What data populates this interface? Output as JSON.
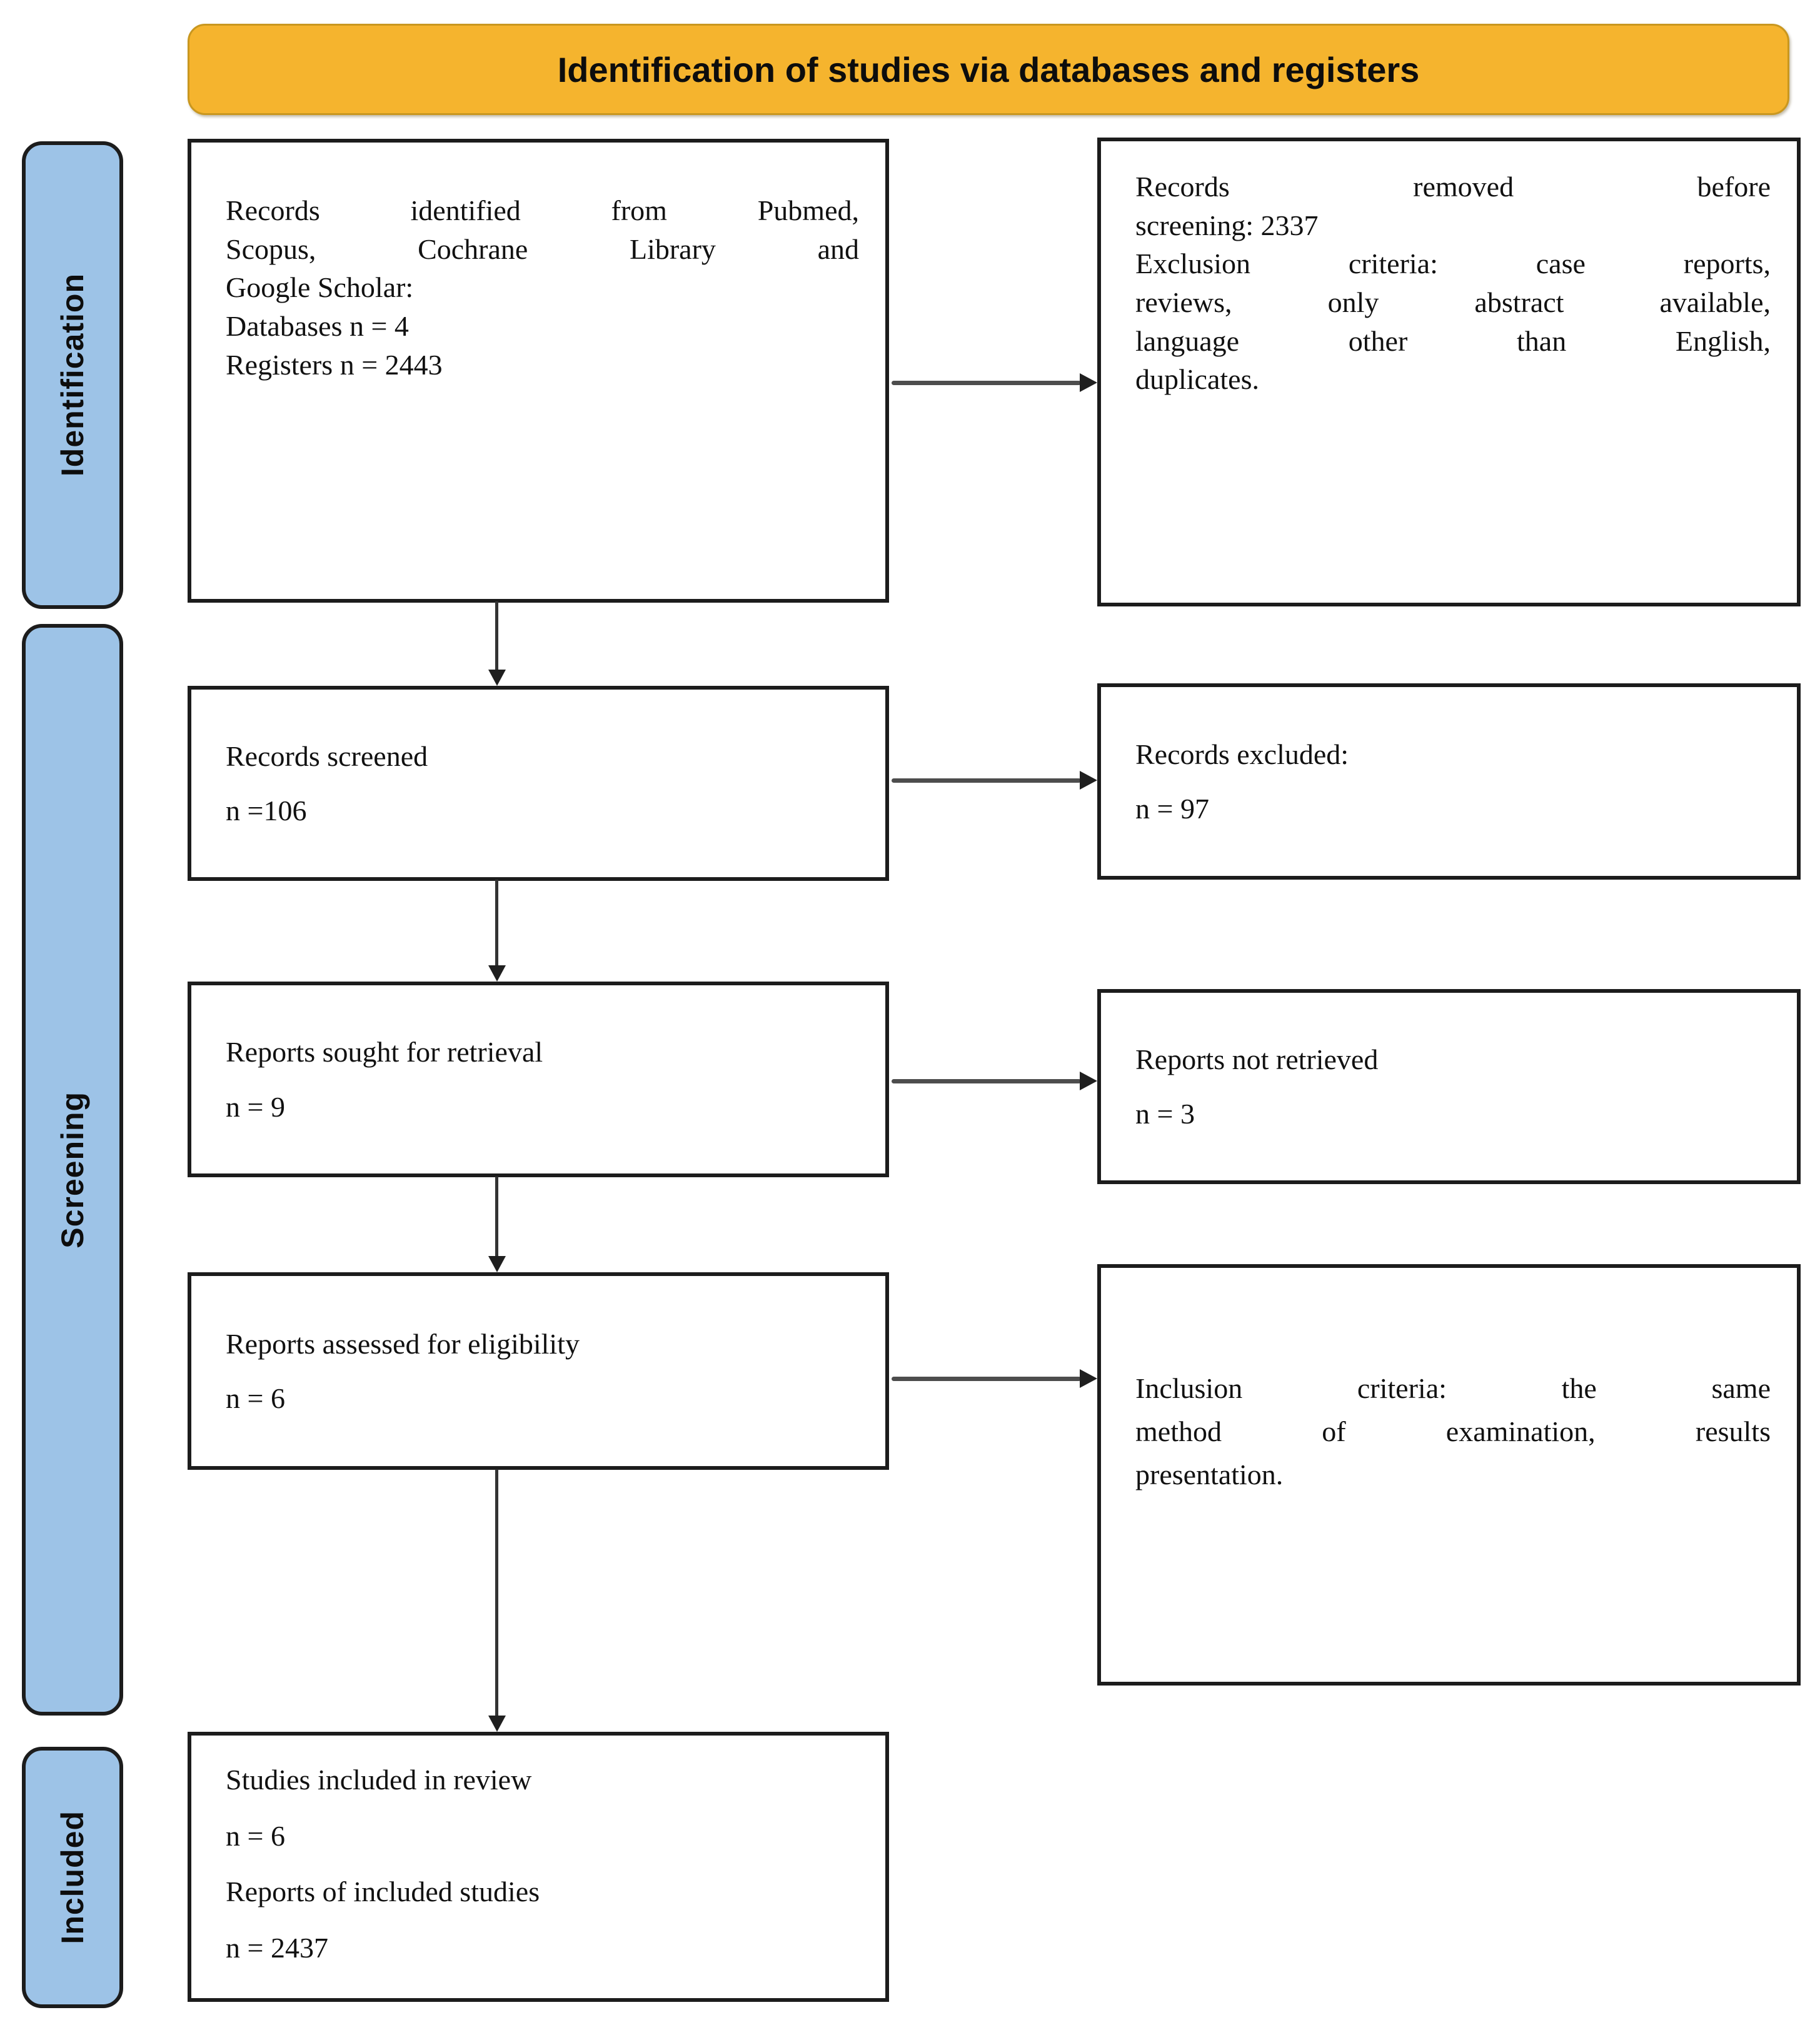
{
  "banner": {
    "title": "Identification of studies via databases and registers"
  },
  "stage_labels": {
    "identification": "Identification",
    "screening": "Screening",
    "included": "Included"
  },
  "flow_boxes": [
    {
      "id": "records_identified",
      "lines": [
        {
          "text": "Records identified from Pubmed,",
          "stretch": true
        },
        {
          "text": "Scopus, Cochrane Library and",
          "stretch": true
        },
        {
          "text": "Google Scholar:",
          "stretch": false
        },
        {
          "text": "Databases n = 4",
          "stretch": false
        },
        {
          "text": "Registers n = 2443",
          "stretch": false
        }
      ]
    },
    {
      "id": "records_removed",
      "lines": [
        {
          "text": "Records removed before",
          "stretch": true
        },
        {
          "text": "screening: 2337",
          "stretch": false
        },
        {
          "text": "Exclusion criteria: case reports,",
          "stretch": true
        },
        {
          "text": "reviews, only abstract available,",
          "stretch": true
        },
        {
          "text": "language other than English,",
          "stretch": true
        },
        {
          "text": "duplicates.",
          "stretch": false
        }
      ]
    },
    {
      "id": "records_screened",
      "lines": [
        {
          "text": "Records screened",
          "stretch": false
        },
        {
          "text": "n =106",
          "stretch": false
        }
      ]
    },
    {
      "id": "records_excluded",
      "lines": [
        {
          "text": "Records excluded:",
          "stretch": false
        },
        {
          "text": "n = 97",
          "stretch": false
        }
      ]
    },
    {
      "id": "reports_sought",
      "lines": [
        {
          "text": "Reports sought for retrieval",
          "stretch": false
        },
        {
          "text": "n = 9",
          "stretch": false
        }
      ]
    },
    {
      "id": "reports_not_retrieved",
      "lines": [
        {
          "text": "Reports not retrieved",
          "stretch": false
        },
        {
          "text": "n = 3",
          "stretch": false
        }
      ]
    },
    {
      "id": "reports_assessed",
      "lines": [
        {
          "text": "Reports assessed for eligibility",
          "stretch": false
        },
        {
          "text": "n = 6",
          "stretch": false
        }
      ]
    },
    {
      "id": "inclusion_criteria",
      "lines": [
        {
          "text": "Inclusion criteria: the same",
          "stretch": true
        },
        {
          "text": "method of examination, results",
          "stretch": true
        },
        {
          "text": "presentation.",
          "stretch": false
        }
      ]
    },
    {
      "id": "studies_included",
      "lines": [
        {
          "text": "Studies included in review",
          "stretch": false
        },
        {
          "text": "n = 6",
          "stretch": false
        },
        {
          "text": "Reports of included studies",
          "stretch": false
        },
        {
          "text": "n = 2437",
          "stretch": false
        }
      ]
    }
  ],
  "colors": {
    "banner_bg": "#F5B42E",
    "stage_bg": "#9DC3E7",
    "box_border": "#1C1C1C",
    "arrow_line": "#4D4D4D"
  }
}
